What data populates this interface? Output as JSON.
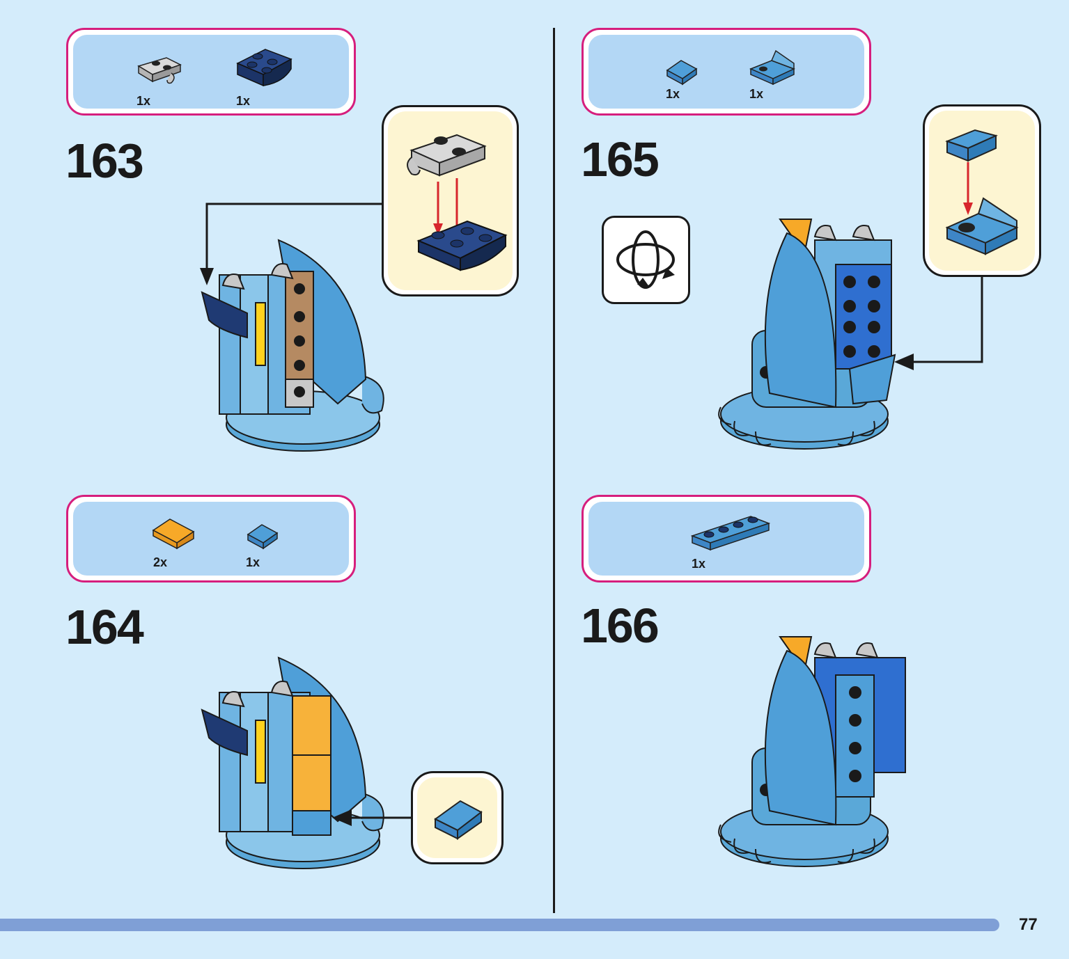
{
  "page": {
    "number": "77"
  },
  "steps": [
    {
      "number": "163",
      "parts": [
        {
          "qty": "1x",
          "icon": "light-gray-clip-plate-icon",
          "color": "#c8c8c8"
        },
        {
          "qty": "1x",
          "icon": "dark-blue-inverted-slope-icon",
          "color": "#1f3a73"
        }
      ]
    },
    {
      "number": "164",
      "parts": [
        {
          "qty": "2x",
          "icon": "orange-slope-icon",
          "color": "#f7a928"
        },
        {
          "qty": "1x",
          "icon": "blue-slope-icon",
          "color": "#3e86c6"
        }
      ]
    },
    {
      "number": "165",
      "parts": [
        {
          "qty": "1x",
          "icon": "blue-slope-icon",
          "color": "#3e86c6"
        },
        {
          "qty": "1x",
          "icon": "blue-bracket-plate-icon",
          "color": "#3e86c6"
        }
      ]
    },
    {
      "number": "166",
      "parts": [
        {
          "qty": "1x",
          "icon": "blue-1x4-plate-icon",
          "color": "#3e86c6"
        }
      ]
    }
  ],
  "colors": {
    "background": "#d4ecfb",
    "parts_border": "#d61e7d",
    "parts_fill": "#b3d7f5",
    "callout_fill": "#fdf5d2",
    "arrow_red": "#d7262c",
    "bar": "#7f9fd6"
  }
}
